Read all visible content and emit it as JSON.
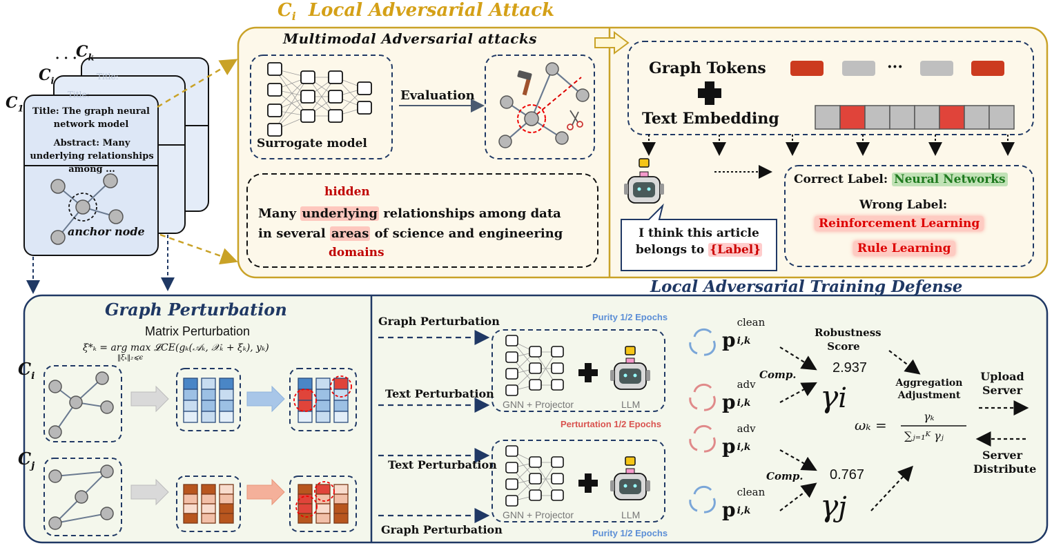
{
  "attack": {
    "title_ci": "C",
    "title_i": "i",
    "title": "Local Adversarial Attack",
    "multimodal_title": "Multimodal Adversarial attacks",
    "surrogate_label": "Surrogate model",
    "evaluation_label": "Evaluation",
    "hidden_word": "hidden",
    "domains_word": "domains",
    "sentence_1a": "Many ",
    "sentence_1b": "underlying",
    "sentence_1c": " relationships among data",
    "sentence_2a": "in several ",
    "sentence_2b": "areas",
    "sentence_2c": " of science and engineering",
    "graph_tokens": "Graph Tokens",
    "dots": "···",
    "text_embedding": "Text Embedding",
    "speech": "I think this article belongs to ",
    "speech_label": "{Label}",
    "correct_label": "Correct Label",
    "correct_value": "Neural Networks",
    "wrong_label": "Wrong Label",
    "wrong_1": "Reinforcement Learning",
    "wrong_2": "Rule Learning"
  },
  "clients": {
    "c1": "C",
    "c1_sub": "1",
    "ci": "C",
    "ci_sub": "i",
    "ck": "C",
    "ck_sub": "k",
    "dots": "· · ·",
    "card_title": "Title: The graph neural network model",
    "card_abstract": "Abstract: Many underlying relationships among  ...",
    "back_title_1": "Title:",
    "back_title_2": "Title:",
    "anchor": "anchor node"
  },
  "perturbation": {
    "title": "Graph Perturbation",
    "matrix": "Matrix Perturbation",
    "formula": "ξ*ₖ = arg max 𝓛CE(gₖ(𝒜ₖ, 𝒳ₖ + ξₖ), yₖ)",
    "constraint": "‖ξₖ‖₂⩽ϵ",
    "ci": "C",
    "ci_sub": "i",
    "cj": "C",
    "cj_sub": "j"
  },
  "defense": {
    "title": "Local Adversarial Training Defense",
    "graph_pert_top": "Graph Perturbation",
    "text_pert_top": "Text Perturbation",
    "text_pert_bottom": "Text Perturbation",
    "graph_pert_bottom": "Graph Perturbation",
    "purity_top": "Purity 1/2 Epochs",
    "perturbation_epochs": "Perturtation 1/2 Epochs",
    "purity_bottom": "Purity 1/2 Epochs",
    "gnn_label": "GNN + Projector",
    "llm_label": "LLM",
    "p": "p",
    "clean": "clean",
    "adv": "adv",
    "sub_ik": "i,k",
    "comp": "Comp.",
    "robustness_1": "Robustness",
    "robustness_2": "Score",
    "score_i": "2.937",
    "score_j": "0.767",
    "gamma": "γ",
    "gamma_i": "i",
    "gamma_j": "j",
    "aggregation_1": "Aggregation",
    "aggregation_2": "Adjustment",
    "omega": "ωₖ =",
    "frac_num": "γₖ",
    "frac_den": "∑ⱼ₌₁ᴷ γⱼ",
    "upload_1": "Upload",
    "upload_2": "Server",
    "server_1": "Server",
    "server_2": "Distribute"
  }
}
